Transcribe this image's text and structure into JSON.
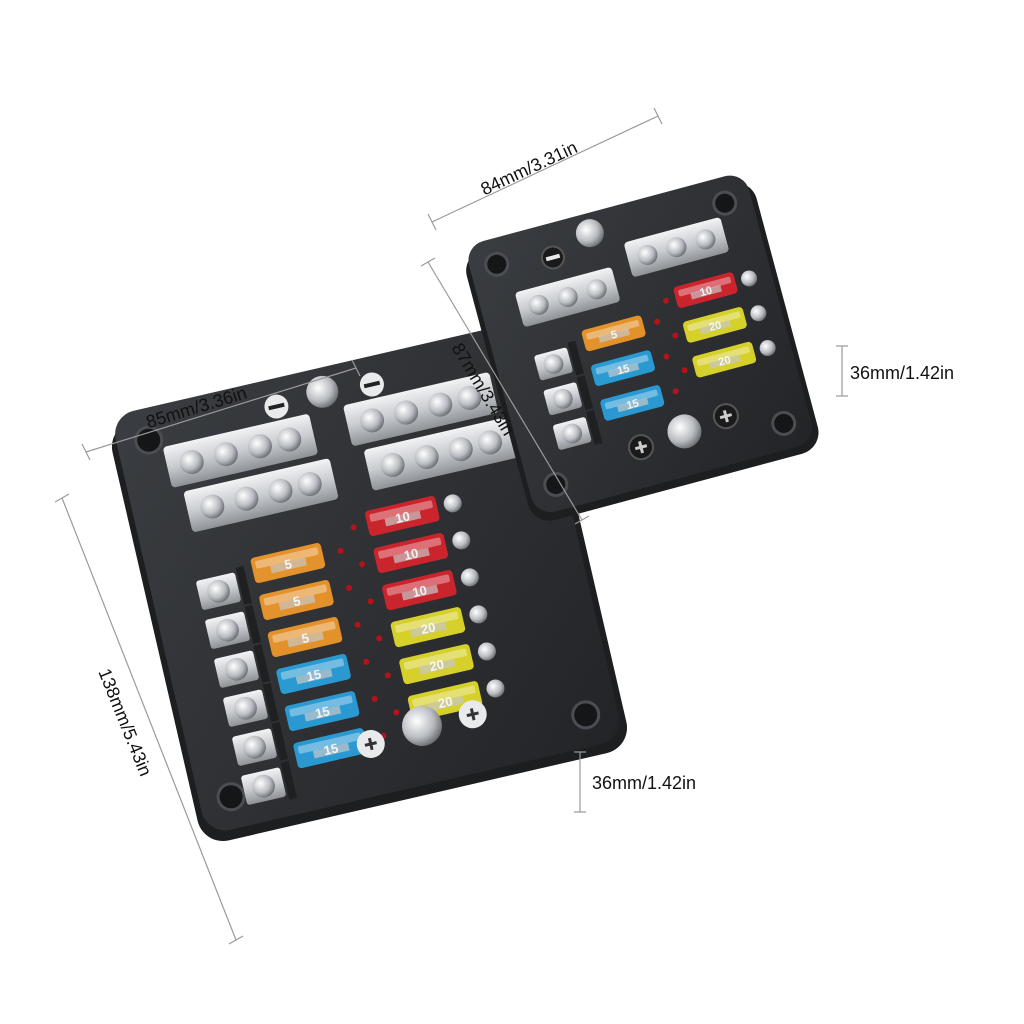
{
  "colors": {
    "housing": "#2b2d30",
    "housing_light": "#3c3f43",
    "housing_edge": "#1a1b1d",
    "metal": "#d7d9dc",
    "metal_dark": "#8c9096",
    "fuse_orange": "#f39a2a",
    "fuse_red": "#d8242c",
    "fuse_yellow": "#e5de2a",
    "fuse_blue": "#2aa3e0",
    "led": "#b3141a",
    "dim_line": "#9a9a9a"
  },
  "large_block": {
    "width_label": "85mm/3.36in",
    "length_label": "138mm/5.43in",
    "height_label": "36mm/1.42in",
    "left_fuses": [
      {
        "rating": "5",
        "color": "orange"
      },
      {
        "rating": "5",
        "color": "orange"
      },
      {
        "rating": "5",
        "color": "orange"
      },
      {
        "rating": "15",
        "color": "blue"
      },
      {
        "rating": "15",
        "color": "blue"
      },
      {
        "rating": "15",
        "color": "blue"
      }
    ],
    "right_fuses": [
      {
        "rating": "10",
        "color": "red"
      },
      {
        "rating": "10",
        "color": "red"
      },
      {
        "rating": "10",
        "color": "red"
      },
      {
        "rating": "20",
        "color": "yellow"
      },
      {
        "rating": "20",
        "color": "yellow"
      },
      {
        "rating": "20",
        "color": "yellow"
      }
    ]
  },
  "small_block": {
    "width_label": "84mm/3.31in",
    "length_label": "87mm/3.43in",
    "height_label": "36mm/1.42in",
    "left_fuses": [
      {
        "rating": "5",
        "color": "orange"
      },
      {
        "rating": "15",
        "color": "blue"
      },
      {
        "rating": "15",
        "color": "blue"
      }
    ],
    "right_fuses": [
      {
        "rating": "10",
        "color": "red"
      },
      {
        "rating": "20",
        "color": "yellow"
      },
      {
        "rating": "20",
        "color": "yellow"
      }
    ]
  }
}
